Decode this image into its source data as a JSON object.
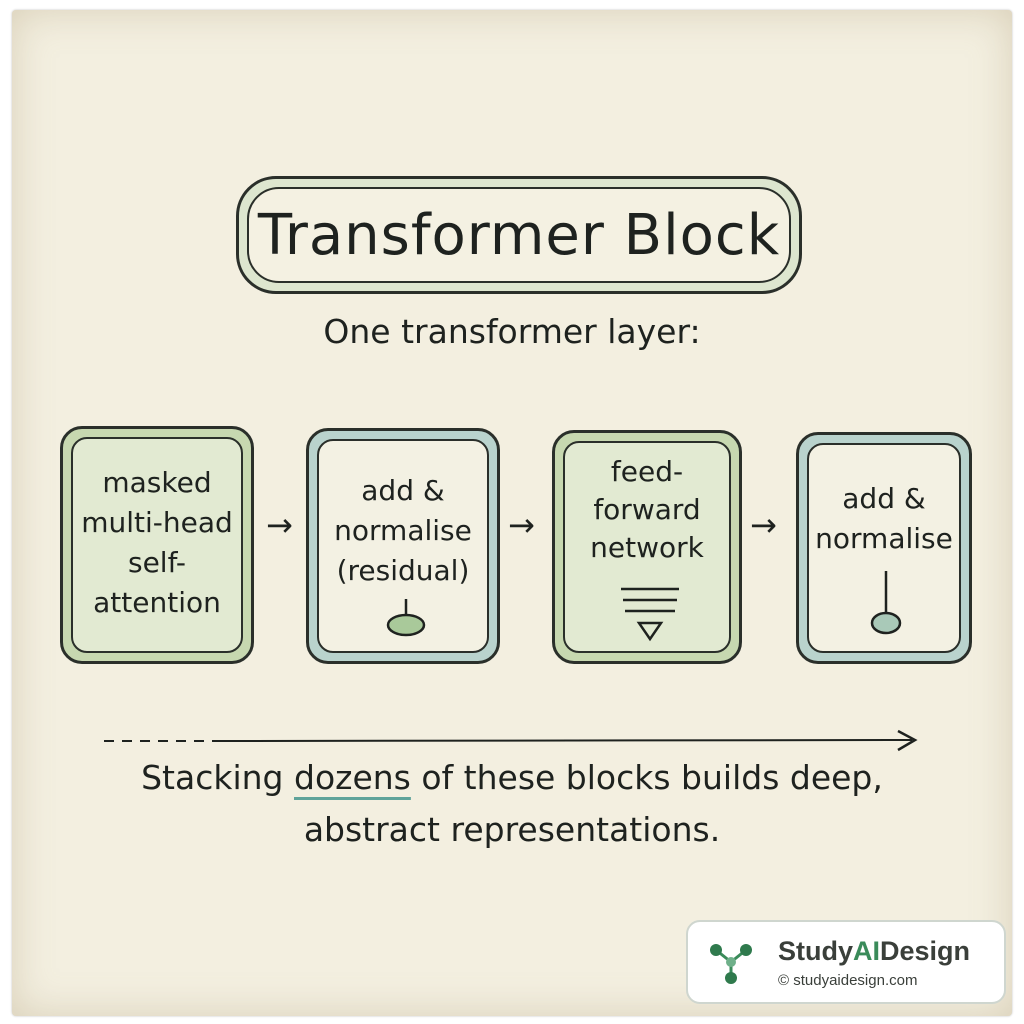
{
  "title": "Transformer Block",
  "subtitle": "One transformer layer:",
  "blocks": [
    {
      "label": "masked\nmulti-head\nself-\nattention",
      "color": "#c7d8b0",
      "icon": "none"
    },
    {
      "label": "add &\nnormalise\n(residual)",
      "color": "#b9d3cd",
      "icon": "residual-node-icon"
    },
    {
      "label": "feed-\nforward\nnetwork",
      "color": "#c7d8b0",
      "icon": "layers-triangle-icon"
    },
    {
      "label": "add &\nnormalise",
      "color": "#b9d3cd",
      "icon": "residual-node-icon"
    }
  ],
  "arrow_glyph": "→",
  "footnote": {
    "before": "Stacking ",
    "highlight": "dozens",
    "after": " of these blocks builds deep,",
    "line2": "abstract representations."
  },
  "brand": {
    "name_part1": "Study",
    "name_part2": "AI",
    "name_part3": "Design",
    "url": "© studyaidesign.com",
    "accent_color": "#3a8b5a"
  }
}
